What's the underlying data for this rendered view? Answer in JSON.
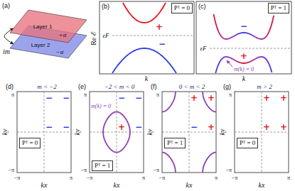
{
  "diagram": {
    "nodes": [
      {
        "text": [
          "Layer 1",
          "+α"
        ]
      },
      {
        "text": [
          "Layer 2",
          "−α"
        ]
      },
      {
        "text": [
          "Pᵀ = 0"
        ]
      },
      {
        "text": [
          "Pᵀ = 1"
        ]
      },
      {
        "text": [
          "Pᵀ = 0"
        ]
      },
      {
        "text": [
          "Pᵀ = 1"
        ]
      },
      {
        "text": [
          "Pᵀ = 1"
        ]
      },
      {
        "text": [
          "Pᵀ = 0"
        ]
      }
    ],
    "edges": [
      {
        "from": 1,
        "to": 0,
        "label": "im",
        "arrow": "both"
      }
    ],
    "labels": [
      "(a)",
      "(b)",
      "Re ℰ",
      "εF",
      "+",
      "−",
      "k",
      "(c)",
      "εF",
      "−",
      "+",
      "m(k) = 0",
      "k",
      "(d)",
      "m < −2",
      "π",
      "−π",
      "−π",
      "π",
      "kx",
      "ky",
      "−",
      "−",
      "−",
      "−",
      "(e)",
      "−2 < m < 0",
      "π",
      "−π",
      "−π",
      "π",
      "kx",
      "ky",
      "+",
      "−",
      "−",
      "−",
      "m(k) = 0",
      "(f)",
      "0 < m < 2",
      "π",
      "−π",
      "−π",
      "π",
      "kx",
      "ky",
      "−",
      "+",
      "+",
      "+",
      "(g)",
      "m > 2",
      "π",
      "−π",
      "−π",
      "π",
      "kx",
      "ky",
      "+",
      "+",
      "+",
      "+"
    ]
  }
}
